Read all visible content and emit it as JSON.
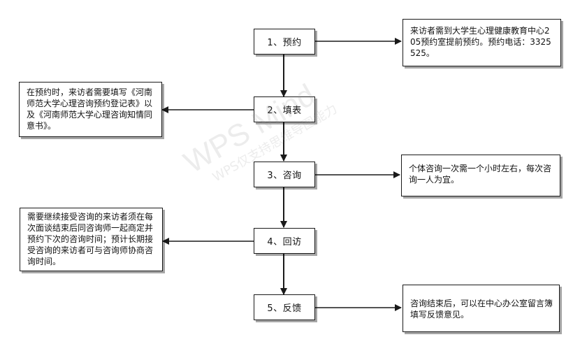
{
  "steps": [
    {
      "label": "1、预约"
    },
    {
      "label": "2、填表"
    },
    {
      "label": "3、咨询"
    },
    {
      "label": "4、回访"
    },
    {
      "label": "5、反馈"
    }
  ],
  "notes": {
    "appointment": "来访者需到大学生心理健康教育中心205预约室提前预约。预约电话：3325525。",
    "form": "在预约时，来访者需要填写《河南师范大学心理咨询预约登记表》以及《河南师范大学心理咨询知情同意书》。",
    "consult": "个体咨询一次需一个小时左右，每次咨询一人为宜。",
    "followup": "需要继续接受咨询的来访者须在每次面谈结束后同咨询师一起商定并预约下次的咨询时间；预计长期接受咨询的来访者可与咨询师协商咨询时间。",
    "feedback": "咨询结束后，可以在中心办公室留言簿填写反馈意见。"
  },
  "watermark": {
    "brand": "WPS Mind",
    "slogan": "WPS仅支持思维导图能力"
  },
  "colors": {
    "border": "#1a1a1a",
    "arrow": "#1a1a1a",
    "background": "#ffffff"
  }
}
